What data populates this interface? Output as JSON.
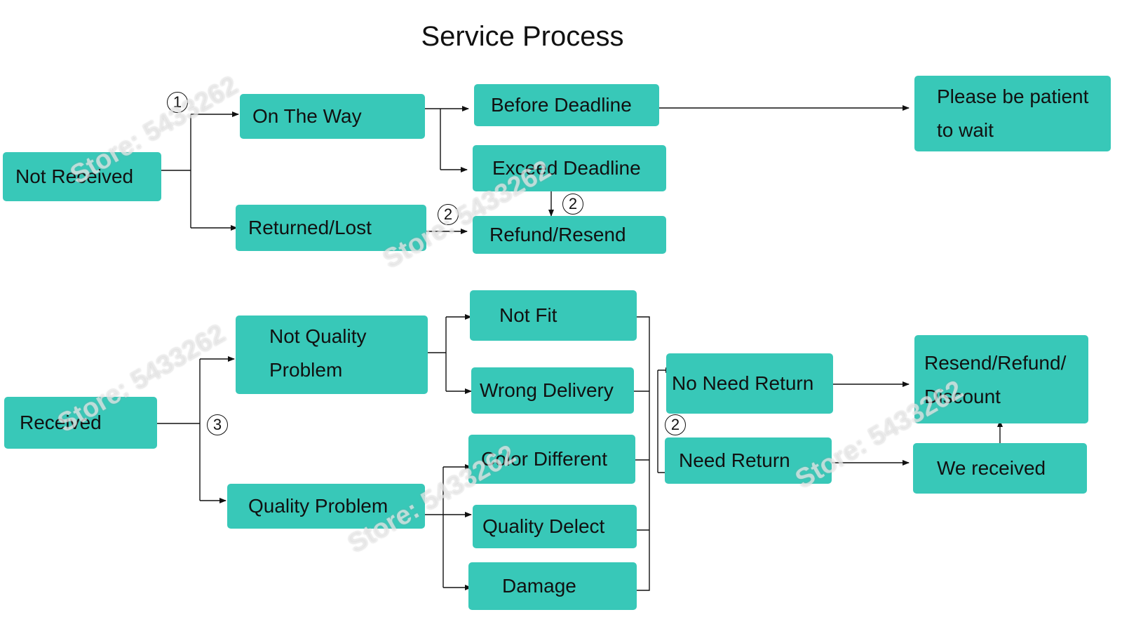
{
  "title": "Service Process",
  "nodes": {
    "not_received": "Not Received",
    "on_the_way": "On The Way",
    "returned_lost": "Returned/Lost",
    "before_deadline": "Before Deadline",
    "exceed_deadline": "Exceed Deadline",
    "refund_resend": "Refund/Resend",
    "please_wait": [
      "Please be patient",
      "to wait"
    ],
    "received": "Received",
    "not_quality_problem": [
      "Not Quality",
      "Problem"
    ],
    "quality_problem": "Quality Problem",
    "not_fit": "Not Fit",
    "wrong_delivery": "Wrong Delivery",
    "color_different": "Color Different",
    "quality_delect": "Quality Delect",
    "damage": "Damage",
    "no_need_return": "No Need Return",
    "need_return": "Need Return",
    "resend_refund_discount": [
      "Resend/Refund/",
      "Discount"
    ],
    "we_received": "We received"
  },
  "step_markers": [
    "1",
    "2",
    "2",
    "3",
    "2"
  ],
  "watermark": "Store: 5433262",
  "colors": {
    "box": "#38c8b8",
    "line": "#111111"
  }
}
